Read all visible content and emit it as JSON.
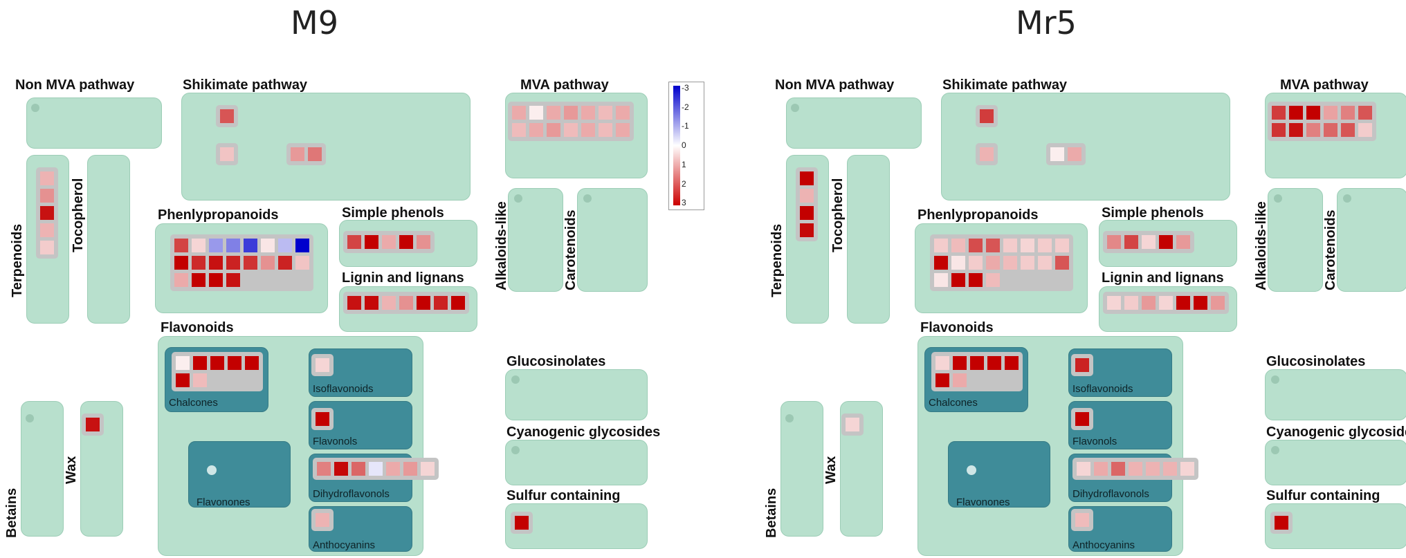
{
  "panel_titles": [
    "M9",
    "Mr5"
  ],
  "legend": {
    "ticks": [
      "-3",
      "-2",
      "-1",
      "0",
      "1",
      "2",
      "3"
    ],
    "low_color": "#0000cc",
    "mid_color": "#ffffff",
    "high_color": "#cc0000"
  },
  "colors": {
    "box_fill": "#b8e0cd",
    "sub_box_fill": "#3f8c99",
    "group_fill": "#c4c4c4"
  },
  "pathways": {
    "non_mva": "Non MVA pathway",
    "shikimate": "Shikimate pathway",
    "mva": "MVA pathway",
    "terpenoids": "Terpenoids",
    "tocopherol": "Tocopherol",
    "phenylpropanoids": "Phenlypropanoids",
    "simple_phenols": "Simple phenols",
    "lignin": "Lignin and lignans",
    "alkaloids": "Alkaloids-like",
    "carotenoids": "Carotenoids",
    "flavonoids": "Flavonoids",
    "glucosinolates": "Glucosinolates",
    "cyanogenic": "Cyanogenic glycosides",
    "sulfur": "Sulfur containing",
    "betains": "Betains",
    "wax": "Wax",
    "chalcones": "Chalcones",
    "isoflavonoids": "Isoflavonoids",
    "flavonols": "Flavonols",
    "dihydroflavonols": "Dihydroflavonols",
    "flavonones": "Flavonones",
    "anthocyanins": "Anthocyanins"
  },
  "heat_values": {
    "M9": {
      "shikimate_a": [
        [
          2
        ]
      ],
      "shikimate_b": [
        [
          0.7
        ]
      ],
      "shikimate_c": [
        [
          1.2,
          1.6
        ]
      ],
      "terpenoids": [
        [
          0.9
        ],
        [
          1.3
        ],
        [
          2.8
        ],
        [
          0.9
        ],
        [
          0.6
        ]
      ],
      "mva": [
        [
          1.0,
          0.2,
          1.0,
          1.2,
          1.0,
          0.8,
          1.0
        ],
        [
          0.8,
          1.0,
          1.2,
          0.8,
          1.0,
          0.8,
          1.0
        ]
      ],
      "phenyl_row1": [
        2.2,
        0.5,
        -1.2,
        -1.5,
        -2.3,
        0.3,
        -0.8,
        -3.0
      ],
      "phenyl_row2": [
        3.0,
        2.5,
        2.8,
        2.6,
        2.4,
        1.3,
        2.6,
        0.7
      ],
      "phenyl_row3": [
        1.0,
        3.0,
        3.0,
        2.8
      ],
      "simple_phenols": [
        [
          2.2,
          3.0,
          1.0,
          3.0,
          1.3
        ]
      ],
      "lignin": [
        [
          2.8,
          2.9,
          0.9,
          1.3,
          3.0,
          2.6,
          3.0
        ]
      ],
      "chalcones_row1": [
        0.2,
        3.0,
        3.0,
        3.0,
        3.0
      ],
      "chalcones_row2": [
        3.0,
        0.8
      ],
      "isoflavonoids": [
        [
          0.5
        ]
      ],
      "flavonols": [
        [
          3.0
        ]
      ],
      "dihydroflavonols": [
        [
          1.5,
          2.9,
          1.8,
          -0.3,
          1.0,
          1.2,
          0.5
        ]
      ],
      "anthocyanins": [
        [
          0.9
        ]
      ],
      "wax": [
        [
          2.8
        ]
      ],
      "sulfur": [
        [
          3.0
        ]
      ]
    },
    "Mr5": {
      "shikimate_a": [
        [
          2.3
        ]
      ],
      "shikimate_b": [
        [
          0.9
        ]
      ],
      "shikimate_c": [
        [
          0.2,
          1.0
        ]
      ],
      "terpenoids": [
        [
          3.0
        ],
        [
          0.9
        ],
        [
          3.0
        ],
        [
          2.9
        ]
      ],
      "mva": [
        [
          2.3,
          3.0,
          3.0,
          1.1,
          1.5,
          2.0
        ],
        [
          2.4,
          2.8,
          1.5,
          1.8,
          2.0,
          0.6
        ]
      ],
      "phenyl_row1": [
        0.6,
        0.8,
        2.1,
        2.0,
        0.6,
        0.5,
        0.6,
        0.6
      ],
      "phenyl_row2": [
        3.0,
        0.3,
        0.6,
        1.0,
        0.8,
        0.6,
        0.6,
        2.0
      ],
      "phenyl_row3": [
        0.3,
        3.0,
        3.0,
        0.8
      ],
      "simple_phenols": [
        [
          1.4,
          2.2,
          0.5,
          3.0,
          1.2
        ]
      ],
      "lignin": [
        [
          0.5,
          0.6,
          1.2,
          0.5,
          3.0,
          3.0,
          1.2
        ]
      ],
      "chalcones_row1": [
        0.5,
        3.0,
        3.0,
        3.0,
        3.0
      ],
      "chalcones_row2": [
        3.0,
        1.0
      ],
      "isoflavonoids": [
        [
          2.6
        ]
      ],
      "flavonols": [
        [
          3.0
        ]
      ],
      "dihydroflavonols": [
        [
          0.5,
          1.0,
          1.8,
          0.9,
          0.9,
          0.9,
          0.5
        ]
      ],
      "anthocyanins": [
        [
          0.8
        ]
      ],
      "wax": [
        [
          0.5
        ]
      ],
      "sulfur": [
        [
          3.0
        ]
      ]
    }
  }
}
